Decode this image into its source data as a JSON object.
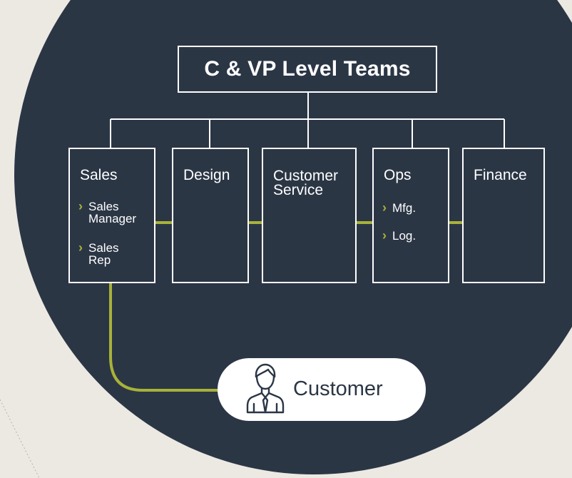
{
  "colors": {
    "background": "#ece9e3",
    "circle": "#2b3645",
    "line": "#ffffff",
    "accent": "#a8b238"
  },
  "top": {
    "title": "C & VP Level Teams"
  },
  "departments": [
    {
      "title": "Sales",
      "items": [
        "Sales\nManager",
        "Sales\nRep"
      ]
    },
    {
      "title": "Design",
      "items": []
    },
    {
      "title": "Customer\nService",
      "items": []
    },
    {
      "title": "Ops",
      "items": [
        "Mfg.",
        "Log."
      ]
    },
    {
      "title": "Finance",
      "items": []
    }
  ],
  "customer": {
    "label": "Customer",
    "icon": "person-icon"
  }
}
